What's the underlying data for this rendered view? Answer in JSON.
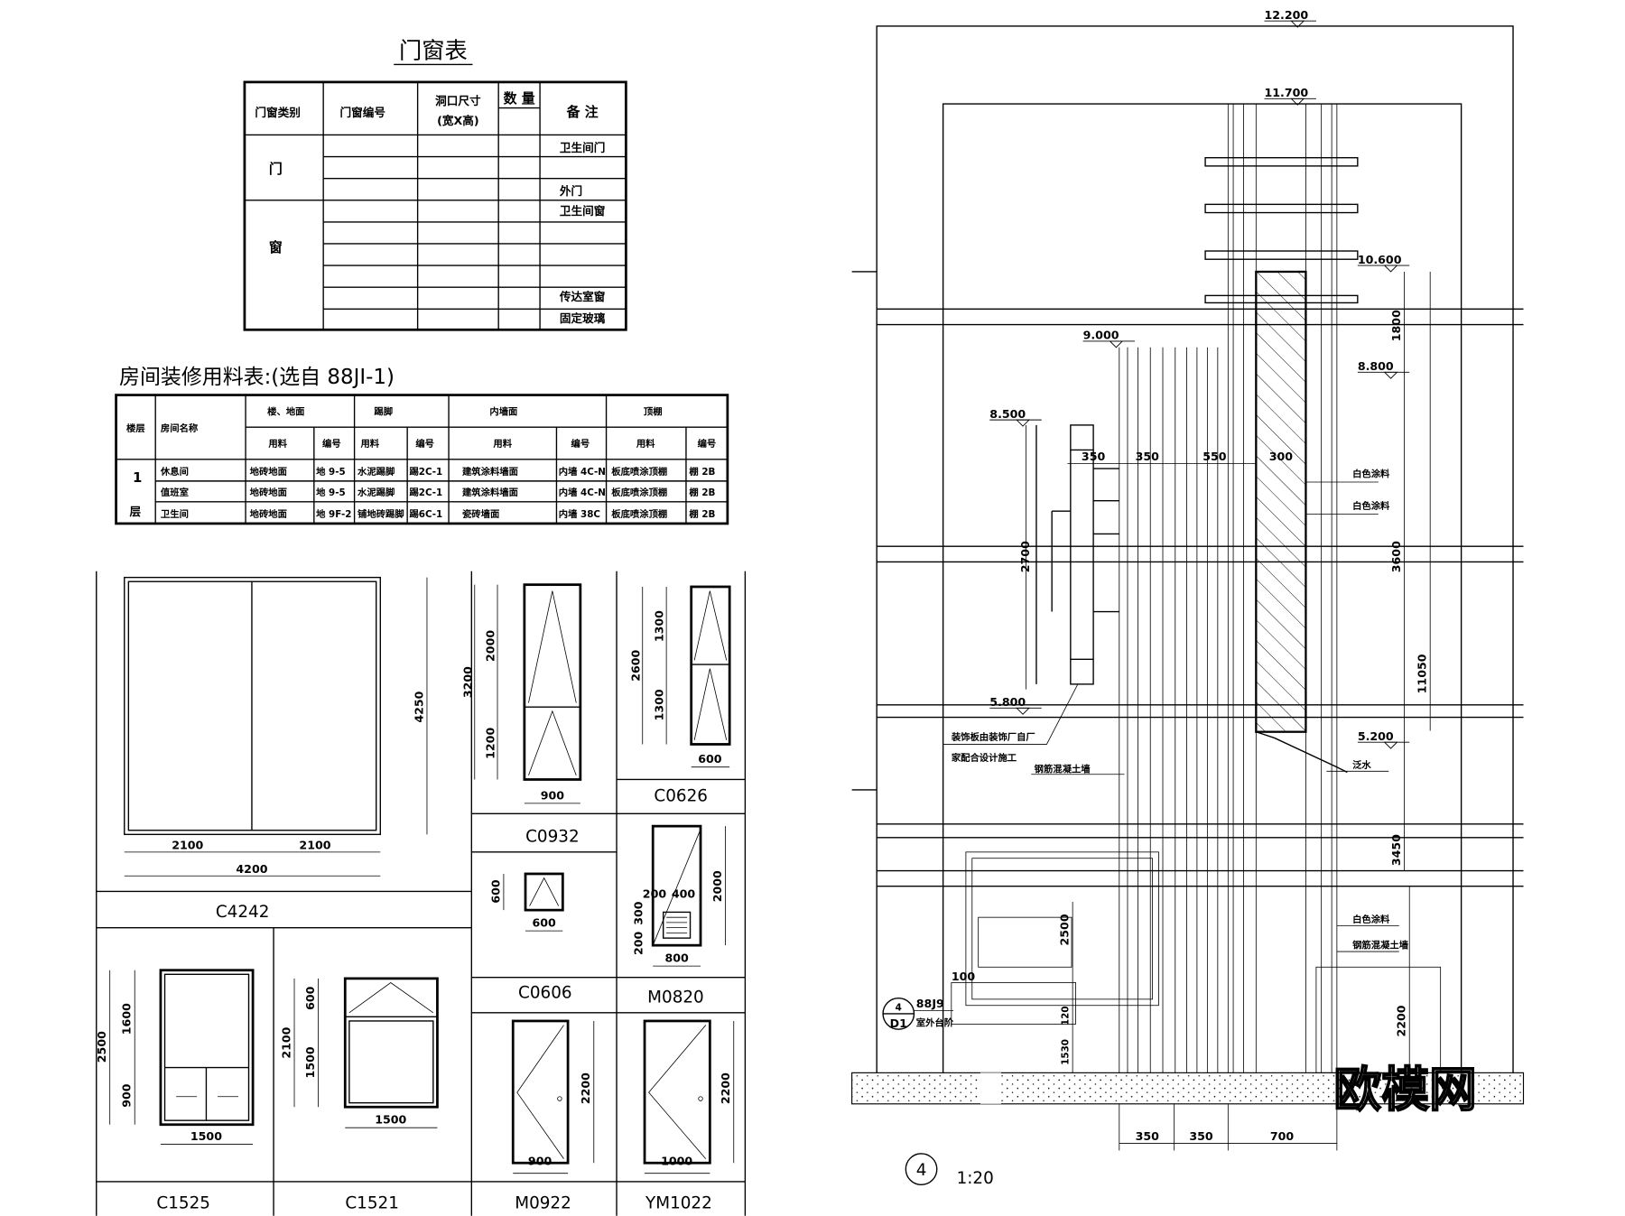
{
  "door_window_table": {
    "title": "门窗表",
    "headers": [
      "门窗类别",
      "门窗编号",
      "洞口尺寸",
      "(宽X高)",
      "数 量",
      "备 注"
    ],
    "categories": [
      "门",
      "窗"
    ],
    "remarks": [
      "卫生间门",
      "",
      "外门",
      "卫生间窗",
      "",
      "",
      "",
      "传达室窗",
      "固定玻璃"
    ]
  },
  "finish_table": {
    "title": "房间装修用料表:(选自 88JI-1)",
    "headers": {
      "floor_level": "楼层",
      "room": "房间名称",
      "floor": "楼、地面",
      "skirting": "踢脚",
      "wall": "内墙面",
      "ceiling": "顶棚",
      "material": "用料",
      "code": "编号"
    },
    "level": [
      "1",
      "层"
    ],
    "rows": [
      [
        "休息间",
        "地砖地面",
        "地 9-5",
        "水泥踢脚",
        "踢2C-1",
        "建筑涂料墙面",
        "内墙 4C-N",
        "板底喷涂顶棚",
        "棚 2B"
      ],
      [
        "值班室",
        "地砖地面",
        "地 9-5",
        "水泥踢脚",
        "踢2C-1",
        "建筑涂料墙面",
        "内墙 4C-N",
        "板底喷涂顶棚",
        "棚 2B"
      ],
      [
        "卫生间",
        "地砖地面",
        "地 9F-2",
        "铺地砖踢脚",
        "踢6C-1",
        "瓷砖墙面",
        "内墙 38C",
        "板底喷涂顶棚",
        "棚 2B"
      ]
    ]
  },
  "windows": {
    "c4242": {
      "name": "C4242",
      "dims": [
        "2100",
        "2100",
        "4200",
        "4250"
      ]
    },
    "c0932": {
      "name": "C0932",
      "dims": [
        "2000",
        "1200",
        "3200",
        "900"
      ]
    },
    "c0626": {
      "name": "C0626",
      "dims": [
        "1300",
        "1300",
        "2600",
        "600"
      ]
    },
    "c0606": {
      "name": "C0606",
      "dims": [
        "600",
        "600"
      ]
    },
    "m0820": {
      "name": "M0820",
      "dims": [
        "200",
        "400",
        "2000",
        "200",
        "300",
        "800"
      ]
    },
    "c1525": {
      "name": "C1525",
      "dims": [
        "1600",
        "900",
        "2500",
        "1500"
      ]
    },
    "c1521": {
      "name": "C1521",
      "dims": [
        "600",
        "1500",
        "2100",
        "1500"
      ]
    },
    "m0922": {
      "name": "M0922",
      "dims": [
        "2200",
        "900"
      ]
    },
    "ym1022": {
      "name": "YM1022",
      "dims": [
        "2200",
        "1000"
      ]
    }
  },
  "elevation": {
    "levels": [
      "12.200",
      "11.700",
      "10.600",
      "9.000",
      "8.800",
      "8.500",
      "5.800",
      "5.200"
    ],
    "dims_h": [
      "350",
      "350",
      "550",
      "300"
    ],
    "dims_v": [
      "1800",
      "2700",
      "3600",
      "11050",
      "3450",
      "2500",
      "2200",
      "120",
      "1530",
      "100"
    ],
    "bottom_dims": [
      "350",
      "350",
      "700"
    ],
    "notes": [
      "白色涂料",
      "白色涂料",
      "泛水",
      "装饰板由装饰厂自厂",
      "家配合设计施工",
      "钢筋混凝土墙",
      "白色涂料",
      "钢筋混凝土墙"
    ],
    "detail_ref": {
      "top": "4",
      "bottom": "D1",
      "std": "88J9",
      "note": "室外台阶"
    },
    "section_no": "4",
    "scale": "1:20"
  },
  "watermark": "欧模网"
}
